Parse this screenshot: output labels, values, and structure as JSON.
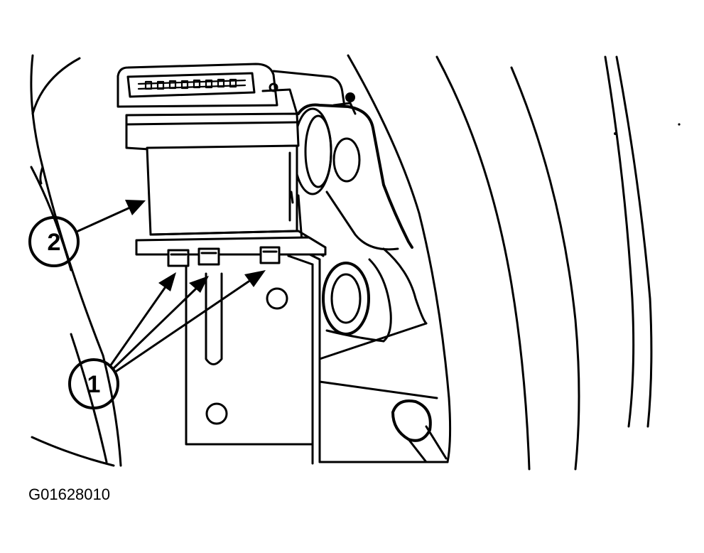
{
  "callouts": [
    {
      "id": "1",
      "label": "1"
    },
    {
      "id": "2",
      "label": "2"
    }
  ],
  "figure_code": "G01628010",
  "colors": {
    "ink": "#000000",
    "paper": "#ffffff"
  }
}
